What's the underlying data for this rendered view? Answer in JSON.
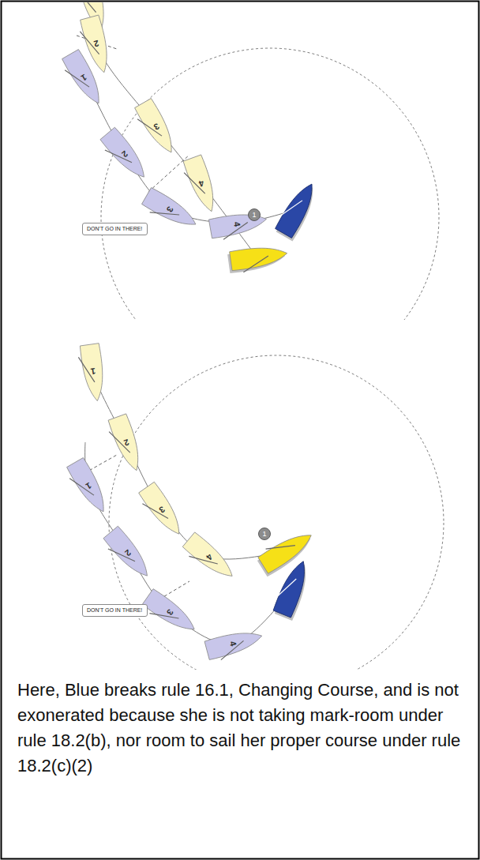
{
  "diagram": {
    "caption": "Here, Blue breaks rule 16.1, Changing Course, and is not exonerated because she is not taking mark-room under rule 18.2(b), nor room to sail her proper course under rule 18.2(c)(2)",
    "nodes": [
      {
        "text": [
          "DON'T GO IN THERE!"
        ]
      },
      {
        "text": [
          "1"
        ]
      },
      {
        "text": [
          "DON'T GO IN THERE!"
        ]
      },
      {
        "text": [
          "1"
        ]
      }
    ],
    "labels": [
      "2",
      "3",
      "4",
      "1",
      "2",
      "3",
      "4",
      "1",
      "2",
      "3",
      "4",
      "1",
      "2",
      "3",
      "4"
    ]
  }
}
